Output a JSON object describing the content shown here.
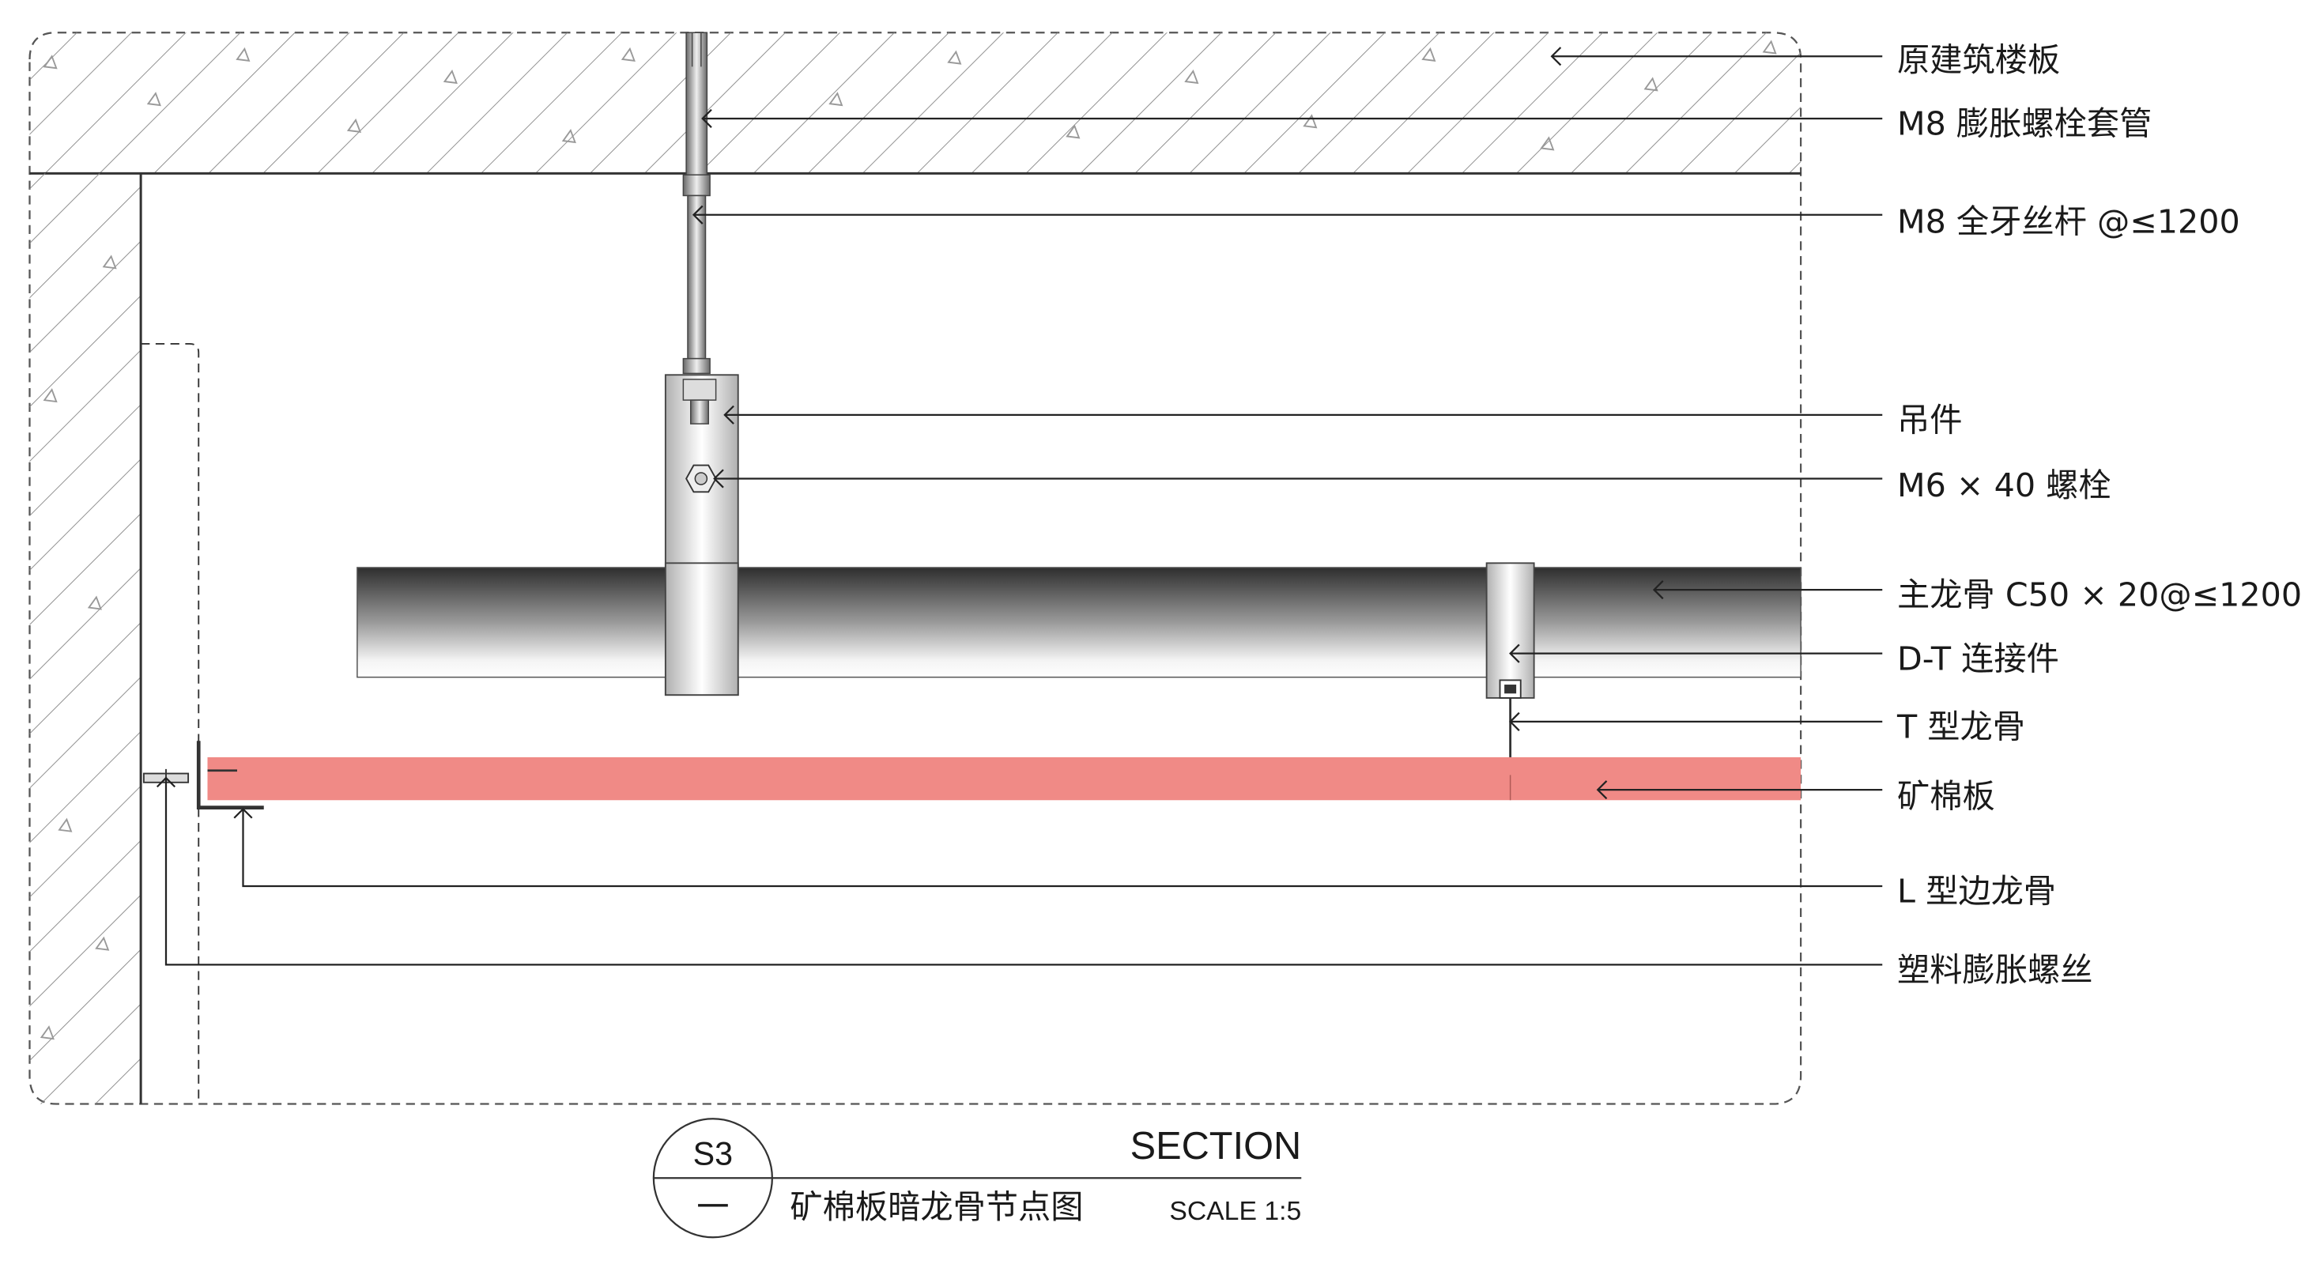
{
  "callouts": [
    "原建筑楼板",
    "M8 膨胀螺栓套管",
    "M8 全牙丝杆 @≤1200",
    "吊件",
    "M6 × 40 螺栓",
    "主龙骨 C50 × 20@≤1200",
    "D-T 连接件",
    "T 型龙骨",
    "矿棉板",
    "L 型边龙骨",
    "塑料膨胀螺丝"
  ],
  "title_block": {
    "tag_top": "S3",
    "tag_bottom": "一",
    "section_label": "SECTION",
    "drawing_title": "矿棉板暗龙骨节点图",
    "scale": "SCALE 1:5"
  },
  "colors": {
    "mineral_board": "#f08a86",
    "hatch_line": "#8a8a8a",
    "steel_dark": "#3a3a3a",
    "steel_light": "#ffffff"
  }
}
